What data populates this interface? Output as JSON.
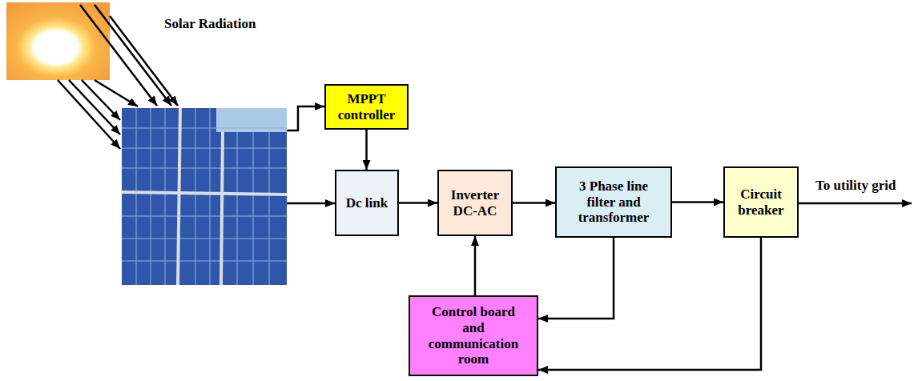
{
  "diagram": {
    "nodes": [
      {
        "text": [
          "MPPT controller"
        ]
      },
      {
        "text": [
          "Dc link"
        ]
      },
      {
        "text": [
          "Inverter DC-AC"
        ]
      },
      {
        "text": [
          "3 Phase line filter and transformer"
        ]
      },
      {
        "text": [
          "Circuit breaker"
        ]
      },
      {
        "text": [
          "Control board and communication room"
        ]
      }
    ],
    "edges": [
      {
        "from": 0,
        "to": 1,
        "arrow": "to"
      },
      {
        "from": 1,
        "to": 2,
        "arrow": "to"
      },
      {
        "from": 2,
        "to": 3,
        "arrow": "to"
      },
      {
        "from": 3,
        "to": 4,
        "arrow": "to"
      },
      {
        "from": 3,
        "to": 5,
        "arrow": "to"
      },
      {
        "from": 4,
        "to": 5,
        "arrow": "to"
      },
      {
        "from": 5,
        "to": 2,
        "arrow": "to"
      }
    ],
    "labels": [
      "Solar Radiation",
      "To utility grid"
    ]
  }
}
